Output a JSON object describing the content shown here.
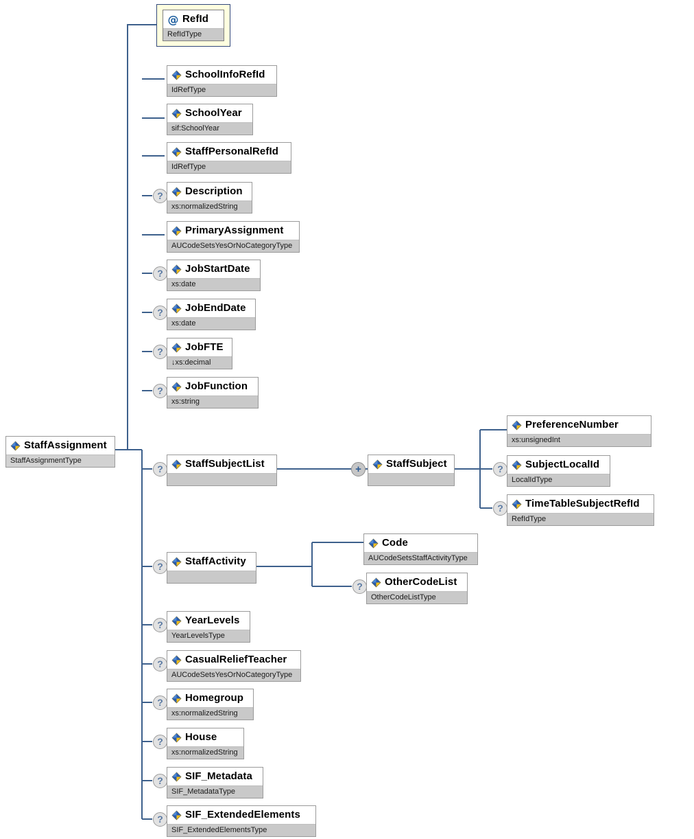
{
  "diagram": {
    "title": "StaffAssignment XML Schema Diagram",
    "root": {
      "name": "StaffAssignment",
      "type": "StaffAssignmentType",
      "icon": "element-icon"
    },
    "attributes": [
      {
        "name": "RefId",
        "type": "RefIdType",
        "icon": "attribute-icon",
        "optional": false
      }
    ],
    "children": [
      {
        "name": "SchoolInfoRefId",
        "type": "IdRefType",
        "icon": "element-icon",
        "optional": false
      },
      {
        "name": "SchoolYear",
        "type": "sif:SchoolYear",
        "icon": "element-icon",
        "optional": false
      },
      {
        "name": "StaffPersonalRefId",
        "type": "IdRefType",
        "icon": "element-icon",
        "optional": false
      },
      {
        "name": "Description",
        "type": "xs:normalizedString",
        "icon": "element-icon",
        "optional": true
      },
      {
        "name": "PrimaryAssignment",
        "type": "AUCodeSetsYesOrNoCategoryType",
        "icon": "element-icon",
        "optional": false
      },
      {
        "name": "JobStartDate",
        "type": "xs:date",
        "icon": "element-icon",
        "optional": true
      },
      {
        "name": "JobEndDate",
        "type": "xs:date",
        "icon": "element-icon",
        "optional": true
      },
      {
        "name": "JobFTE",
        "type": "↓xs:decimal",
        "icon": "element-icon",
        "optional": true
      },
      {
        "name": "JobFunction",
        "type": "xs:string",
        "icon": "element-icon",
        "optional": true
      },
      {
        "name": "StaffSubjectList",
        "type": "",
        "icon": "element-icon",
        "optional": true
      },
      {
        "name": "StaffActivity",
        "type": "",
        "icon": "element-icon",
        "optional": true
      },
      {
        "name": "YearLevels",
        "type": "YearLevelsType",
        "icon": "element-icon",
        "optional": true
      },
      {
        "name": "CasualReliefTeacher",
        "type": "AUCodeSetsYesOrNoCategoryType",
        "icon": "element-icon",
        "optional": true
      },
      {
        "name": "Homegroup",
        "type": "xs:normalizedString",
        "icon": "element-icon",
        "optional": true
      },
      {
        "name": "House",
        "type": "xs:normalizedString",
        "icon": "element-icon",
        "optional": true
      },
      {
        "name": "SIF_Metadata",
        "type": "SIF_MetadataType",
        "icon": "element-icon",
        "optional": true
      },
      {
        "name": "SIF_ExtendedElements",
        "type": "SIF_ExtendedElementsType",
        "icon": "element-icon",
        "optional": true
      }
    ],
    "staff_subject": {
      "name": "StaffSubject",
      "type": "",
      "icon": "element-icon",
      "expander": "+",
      "children": [
        {
          "name": "PreferenceNumber",
          "type": "xs:unsignedInt",
          "icon": "element-icon",
          "optional": false
        },
        {
          "name": "SubjectLocalId",
          "type": "LocalIdType",
          "icon": "element-icon",
          "optional": true
        },
        {
          "name": "TimeTableSubjectRefId",
          "type": "RefIdType",
          "icon": "element-icon",
          "optional": true
        }
      ]
    },
    "staff_activity_children": [
      {
        "name": "Code",
        "type": "AUCodeSetsStaffActivityType",
        "icon": "element-icon",
        "optional": false
      },
      {
        "name": "OtherCodeList",
        "type": "OtherCodeListType",
        "icon": "element-icon",
        "optional": true
      }
    ],
    "markers": {
      "optional_symbol": "?",
      "expander_symbol": "+"
    },
    "colors": {
      "wire": "#3d608c",
      "type_bar": "#c9c9c9",
      "node_border": "#9a9a9a",
      "attribute_frame_border": "#32487a",
      "attribute_frame_fill": "#ffffdf",
      "icon_blue": "#2b5ba8",
      "icon_gold": "#f3c01b",
      "attribute_glyph": "#1c5d9e",
      "marker_text": "#5c7ba4"
    }
  }
}
